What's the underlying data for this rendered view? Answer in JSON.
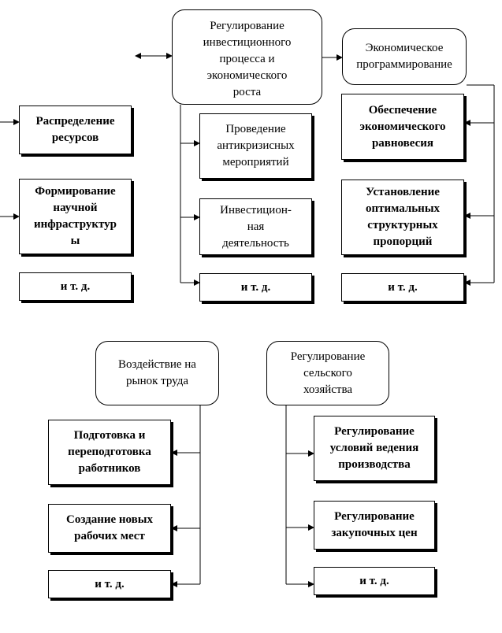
{
  "diagram": {
    "top_center": "Регулирование\nинвестиционного\nпроцесса и\nэкономического\nроста",
    "top_right": "Экономическое\nпрограммирование",
    "left_1": "Распределение\nресурсов",
    "left_2": "Формирование\nнаучной\nинфраструктур\nы",
    "left_3": "и т. д.",
    "center_1": "Проведение\nантикризисных\nмероприятий",
    "center_2": "Инвестицион-\nная\nдеятельность",
    "center_3": "и т. д.",
    "right_1": "Обеспечение\nэкономического\nравновесия",
    "right_2": "Установление\nоптимальных\nструктурных\nпропорций",
    "right_3": "и т. д.",
    "labor_head": "Воздействие на\nрынок труда",
    "labor_1": "Подготовка и\nпереподготовка\nработников",
    "labor_2": "Создание новых\nрабочих мест",
    "labor_3": "и т. д.",
    "agri_head": "Регулирование\nсельского\nхозяйства",
    "agri_1": "Регулирование\nусловий ведения\nпроизводства",
    "agri_2": "Регулирование\nзакупочных цен",
    "agri_3": "и т. д."
  }
}
